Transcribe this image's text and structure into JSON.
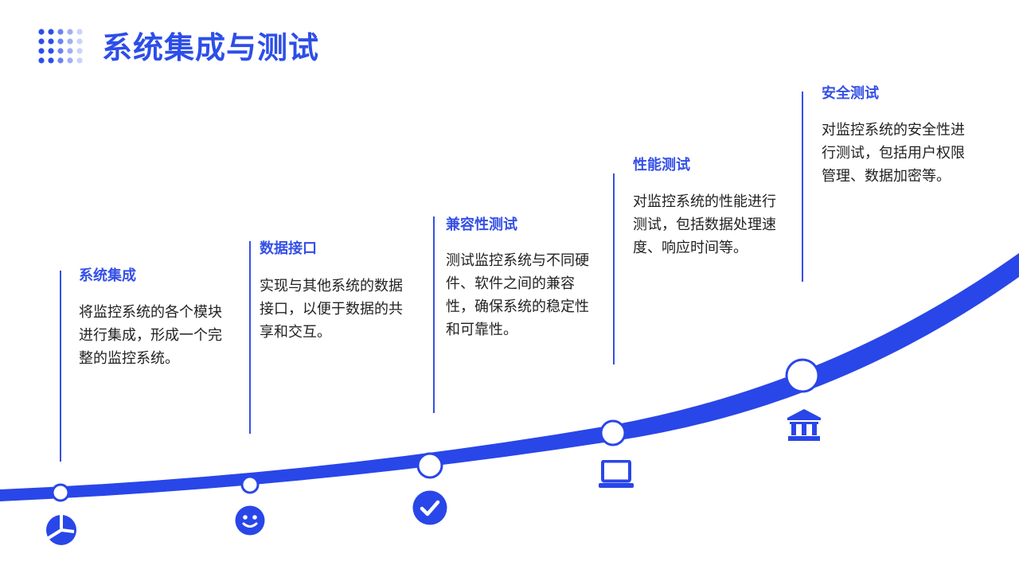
{
  "title": "系统集成与测试",
  "colors": {
    "accent": "#2d4ee8",
    "track": "#2946e8",
    "text": "#222222",
    "background": "#ffffff"
  },
  "steps": [
    {
      "title": "系统集成",
      "desc": "将监控系统的各个模块进行集成，形成一个完整的监控系统。",
      "icon": "pie-chart-icon"
    },
    {
      "title": "数据接口",
      "desc": "实现与其他系统的数据接口，以便于数据的共享和交互。",
      "icon": "smiley-icon"
    },
    {
      "title": "兼容性测试",
      "desc": "测试监控系统与不同硬件、软件之间的兼容性，确保系统的稳定性和可靠性。",
      "icon": "check-circle-icon"
    },
    {
      "title": "性能测试",
      "desc": "对监控系统的性能进行测试，包括数据处理速度、响应时间等。",
      "icon": "laptop-icon"
    },
    {
      "title": "安全测试",
      "desc": "对监控系统的安全性进行测试，包括用户权限管理、数据加密等。",
      "icon": "bank-icon"
    }
  ]
}
